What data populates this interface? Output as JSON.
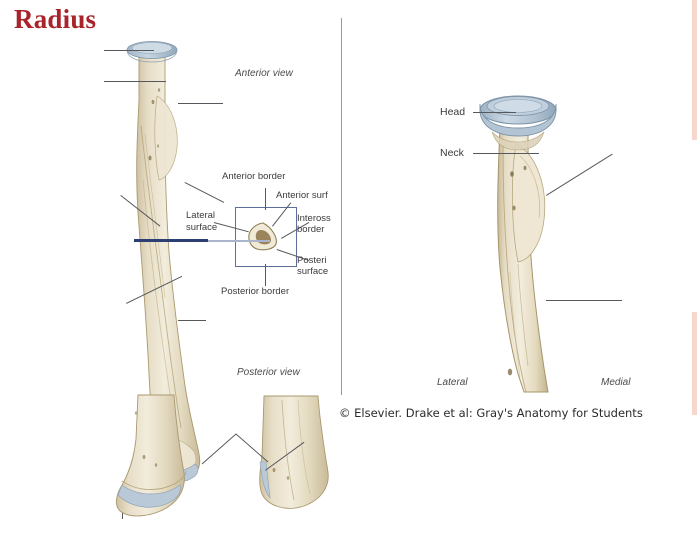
{
  "slide": {
    "title": "Radius",
    "background_color": "#ffffff",
    "title_color": "#a8232a",
    "accent_marker_color": "#2b3f73",
    "bone_color": "#e9e1cb",
    "cartilage_color": "#b9c9d8",
    "divider_color": "#9a9a9a",
    "edge_strip_color": "#f7d7cd"
  },
  "left_panel": {
    "view_labels": {
      "anterior": "Anterior view",
      "posterior": "Posterior view"
    },
    "cross_section_labels": {
      "anterior_border": "Anterior border",
      "posterior_border": "Posterior border",
      "lateral_surface": "Lateral surface",
      "anterior_surface_clipped": "Anterior surf",
      "interosseous_border_clipped_line1": "Inteross",
      "interosseous_border_clipped_line2": "border",
      "posterior_surface_clipped_line1": "Posteri",
      "posterior_surface_clipped_line2": "surface"
    }
  },
  "right_panel": {
    "labels": {
      "head": "Head",
      "neck": "Neck"
    },
    "orientation": {
      "lateral": "Lateral",
      "medial": "Medial"
    }
  },
  "credit": {
    "text": "© Elsevier. Drake et al: Gray's Anatomy for Students"
  }
}
